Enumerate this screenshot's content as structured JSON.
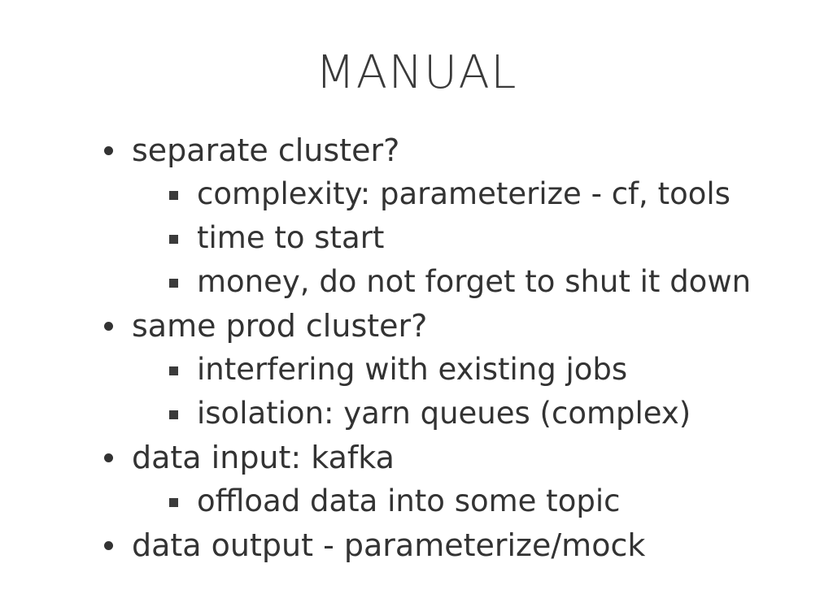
{
  "slide": {
    "title": "MANUAL",
    "background_color": "#ffffff",
    "text_color": "#333333",
    "title_color": "#3a3a3a",
    "bullets": [
      {
        "level": 1,
        "marker": "disc",
        "text": "separate cluster?"
      },
      {
        "level": 2,
        "marker": "square",
        "text": "complexity: parameterize - cf, tools"
      },
      {
        "level": 2,
        "marker": "square",
        "text": "time to start"
      },
      {
        "level": 2,
        "marker": "square",
        "text": "money, do not forget to shut it down"
      },
      {
        "level": 1,
        "marker": "disc",
        "text": "same prod cluster?"
      },
      {
        "level": 2,
        "marker": "square",
        "text": "interfering with existing jobs"
      },
      {
        "level": 2,
        "marker": "square",
        "text": "isolation: yarn queues (complex)"
      },
      {
        "level": 1,
        "marker": "disc",
        "text": "data input: kafka"
      },
      {
        "level": 2,
        "marker": "square",
        "text": "offload data into some topic"
      },
      {
        "level": 1,
        "marker": "disc",
        "text": "data output - parameterize/mock"
      }
    ]
  }
}
